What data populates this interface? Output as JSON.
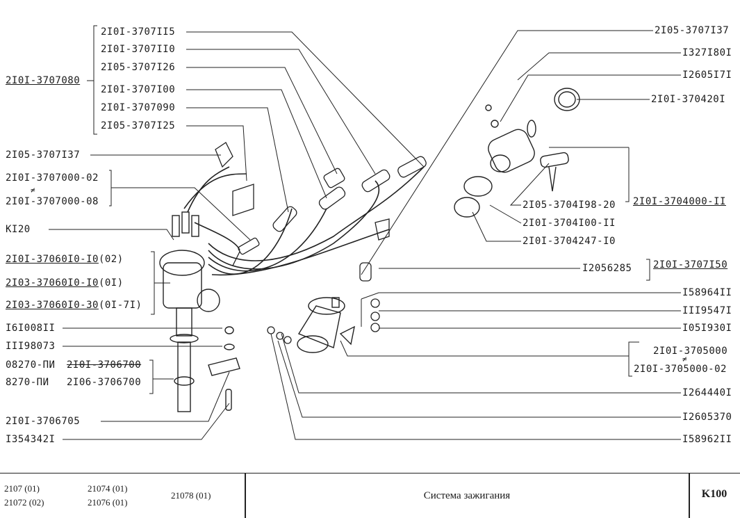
{
  "labels_left": {
    "l1": "2I0I-3707II5",
    "l2": "2I0I-3707II0",
    "l3": "2I05-3707I26",
    "l4": "2I0I-3707I00",
    "l5": "2I0I-3707090",
    "l6": "2I05-3707I25",
    "assembly_left": "2I0I-3707080",
    "l7": "2I05-3707I37",
    "l8a": "2I0I-3707000-02",
    "l8b": "2I0I-3707000-08",
    "l9": "KI20",
    "l10a": "2I0I-37060I0-I0",
    "l10a_suffix": "(02)",
    "l10b": "2I03-37060I0-I0",
    "l10b_suffix": "(0I)",
    "l10c": "2I03-37060I0-30",
    "l10c_suffix": "(0I-7I)",
    "l11": "I6I008II",
    "l12": "III98073",
    "l13a_pre": "08270-ПИ",
    "l13a": "2I0I-3706700",
    "l13b_pre": "8270-ПИ",
    "l13b": "2I06-3706700",
    "l14": "2I0I-3706705",
    "l15": "I354342I"
  },
  "labels_right": {
    "r1": "2I05-3707I37",
    "r2": "I327I80I",
    "r3": "I2605I7I",
    "r4": "2I0I-370420I",
    "assembly_right": "2I0I-3704000-II",
    "r5": "2I05-3704I98-20",
    "r6": "2I0I-3704I00-II",
    "r7": "2I0I-3704247-I0",
    "r8": "I2056285",
    "assembly_right2": "2I0I-3707I50",
    "r9": "I58964II",
    "r10": "III9547I",
    "r11": "I05I930I",
    "r12a": "2I0I-3705000",
    "r12b": "2I0I-3705000-02",
    "r13": "I264440I",
    "r14": "I2605370",
    "r15": "I58962II"
  },
  "footer": {
    "m1": "2107 (01)",
    "m2": "21072 (02)",
    "m3": "21074 (01)",
    "m4": "21076 (01)",
    "m5": "21078 (01)",
    "title": "Система зажигания",
    "code": "K100"
  }
}
